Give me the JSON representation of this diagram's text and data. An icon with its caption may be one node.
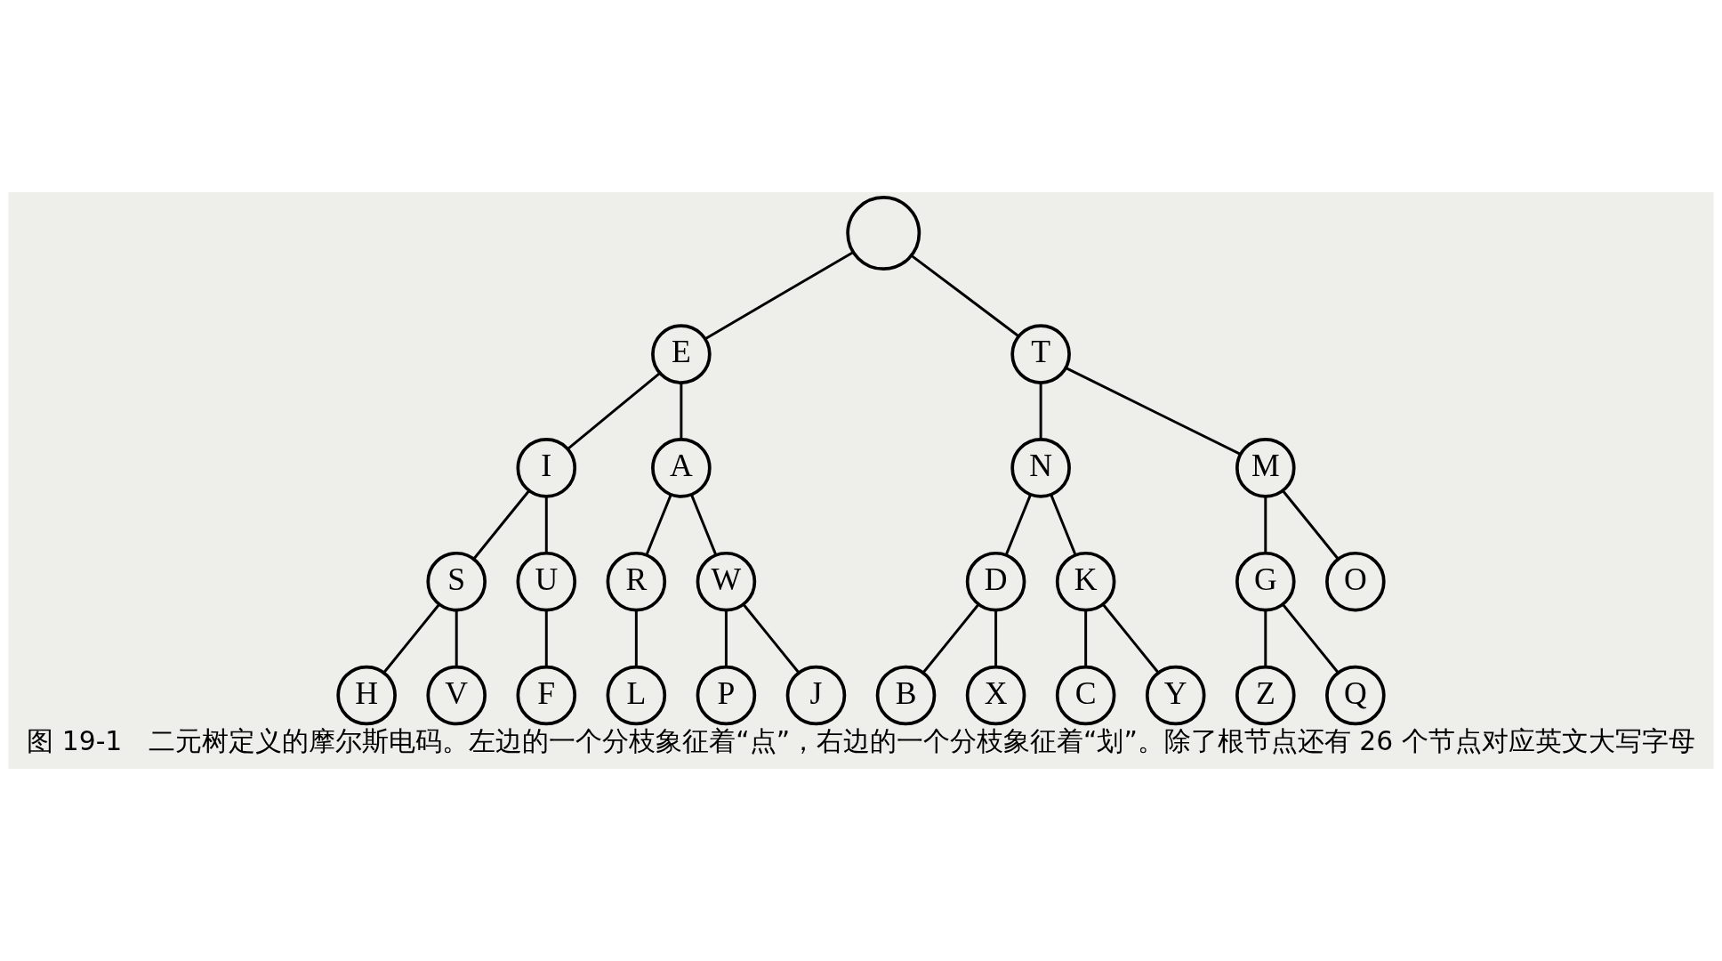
{
  "diagram": {
    "caption": "图 19-1　二元树定义的摩尔斯电码。左边的一个分枝象征着“点”，右边的一个分枝象征着“划”。除了根节点还有 26 个节点对应英文大写字母",
    "nodes": [
      {
        "text": [],
        "shape": "circle"
      },
      {
        "text": [
          "E"
        ]
      },
      {
        "text": [
          "T"
        ]
      },
      {
        "text": [
          "I"
        ]
      },
      {
        "text": [
          "A"
        ]
      },
      {
        "text": [
          "N"
        ]
      },
      {
        "text": [
          "M"
        ]
      },
      {
        "text": [
          "S"
        ]
      },
      {
        "text": [
          "U"
        ]
      },
      {
        "text": [
          "R"
        ]
      },
      {
        "text": [
          "W"
        ]
      },
      {
        "text": [
          "D"
        ]
      },
      {
        "text": [
          "K"
        ]
      },
      {
        "text": [
          "G"
        ]
      },
      {
        "text": [
          "O"
        ]
      },
      {
        "text": [
          "H"
        ]
      },
      {
        "text": [
          "V"
        ]
      },
      {
        "text": [
          "F"
        ]
      },
      {
        "text": [
          "L"
        ]
      },
      {
        "text": [
          "P"
        ]
      },
      {
        "text": [
          "J"
        ]
      },
      {
        "text": [
          "B"
        ]
      },
      {
        "text": [
          "X"
        ]
      },
      {
        "text": [
          "C"
        ]
      },
      {
        "text": [
          "Y"
        ]
      },
      {
        "text": [
          "Z"
        ]
      },
      {
        "text": [
          "Q"
        ]
      }
    ],
    "edges": [
      {
        "from": 0,
        "to": 1,
        "arrow": "none"
      },
      {
        "from": 0,
        "to": 2,
        "arrow": "none"
      },
      {
        "from": 1,
        "to": 3,
        "arrow": "none"
      },
      {
        "from": 1,
        "to": 4,
        "arrow": "none"
      },
      {
        "from": 2,
        "to": 5,
        "arrow": "none"
      },
      {
        "from": 2,
        "to": 6,
        "arrow": "none"
      },
      {
        "from": 3,
        "to": 7,
        "arrow": "none"
      },
      {
        "from": 3,
        "to": 8,
        "arrow": "none"
      },
      {
        "from": 4,
        "to": 9,
        "arrow": "none"
      },
      {
        "from": 4,
        "to": 10,
        "arrow": "none"
      },
      {
        "from": 5,
        "to": 11,
        "arrow": "none"
      },
      {
        "from": 5,
        "to": 12,
        "arrow": "none"
      },
      {
        "from": 6,
        "to": 13,
        "arrow": "none"
      },
      {
        "from": 6,
        "to": 14,
        "arrow": "none"
      },
      {
        "from": 7,
        "to": 15,
        "arrow": "none"
      },
      {
        "from": 7,
        "to": 16,
        "arrow": "none"
      },
      {
        "from": 8,
        "to": 17,
        "arrow": "none"
      },
      {
        "from": 9,
        "to": 18,
        "arrow": "none"
      },
      {
        "from": 10,
        "to": 19,
        "arrow": "none"
      },
      {
        "from": 10,
        "to": 20,
        "arrow": "none"
      },
      {
        "from": 11,
        "to": 21,
        "arrow": "none"
      },
      {
        "from": 11,
        "to": 22,
        "arrow": "none"
      },
      {
        "from": 12,
        "to": 23,
        "arrow": "none"
      },
      {
        "from": 12,
        "to": 24,
        "arrow": "none"
      },
      {
        "from": 13,
        "to": 25,
        "arrow": "none"
      },
      {
        "from": 13,
        "to": 26,
        "arrow": "none"
      }
    ]
  }
}
